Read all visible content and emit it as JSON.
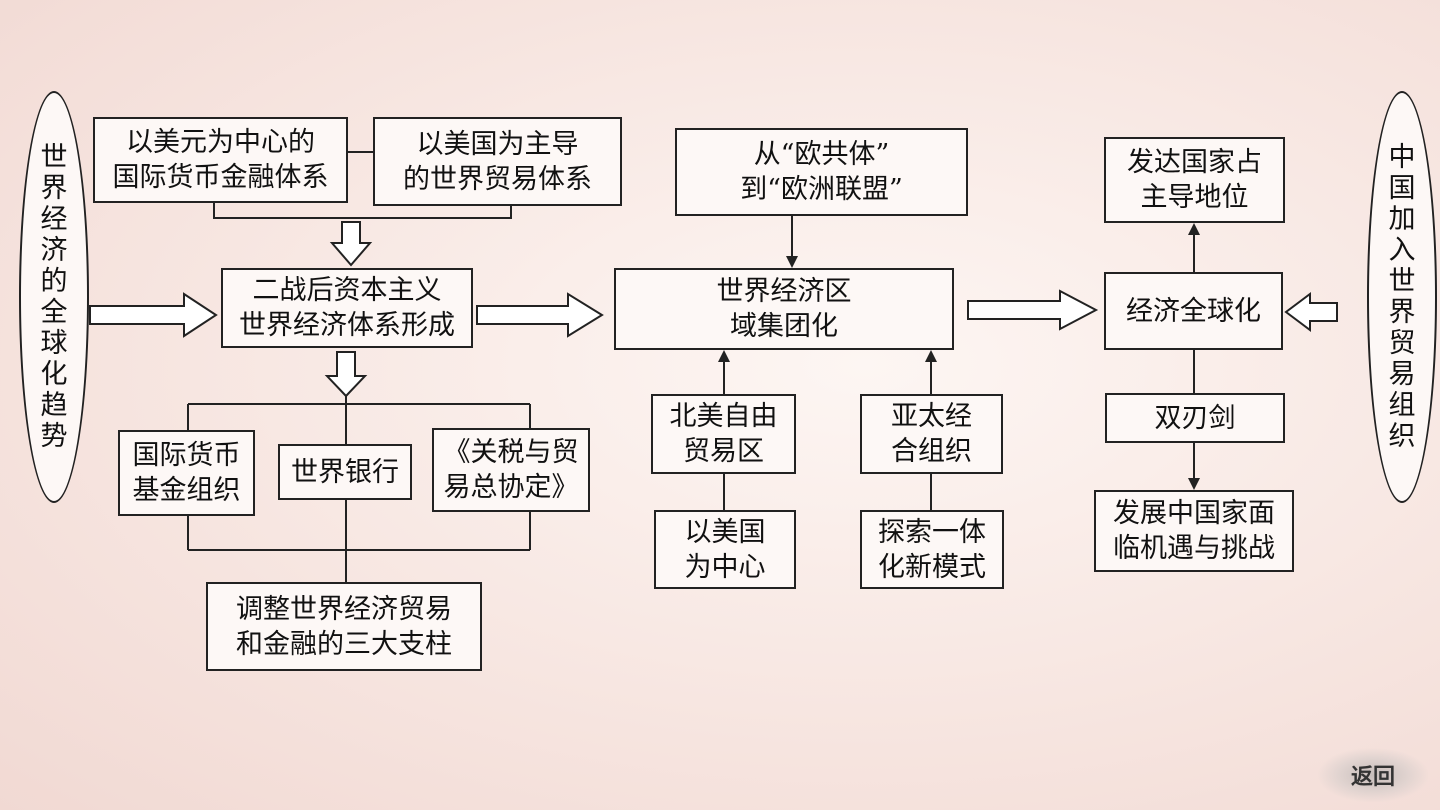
{
  "ovals": {
    "left": "世界经济的全球化趋势",
    "right": "中国加入世界贸易组织"
  },
  "boxes": {
    "dollar_center": "以美元为中心的\n国际货币金融体系",
    "us_led_trade": "以美国为主导\n的世界贸易体系",
    "postwar_system": "二战后资本主义\n世界经济体系形成",
    "imf": "国际货币\n基金组织",
    "world_bank": "世界银行",
    "gatt": "《关税与贸\n易总协定》",
    "three_pillars": "调整世界经济贸易\n和金融的三大支柱",
    "ec_to_eu": "从“欧共体”\n到“欧洲联盟”",
    "regionalization": "世界经济区\n域集团化",
    "nafta": "北美自由\n贸易区",
    "us_center": "以美国\n为中心",
    "apec": "亚太经\n合组织",
    "explore_model": "探索一体\n化新模式",
    "developed_dominant": "发达国家占\n主导地位",
    "globalization": "经济全球化",
    "double_edged": "双刃剑",
    "china_opportunity": "发展中国家面\n临机遇与挑战"
  },
  "nav": {
    "return_label": "返回"
  }
}
